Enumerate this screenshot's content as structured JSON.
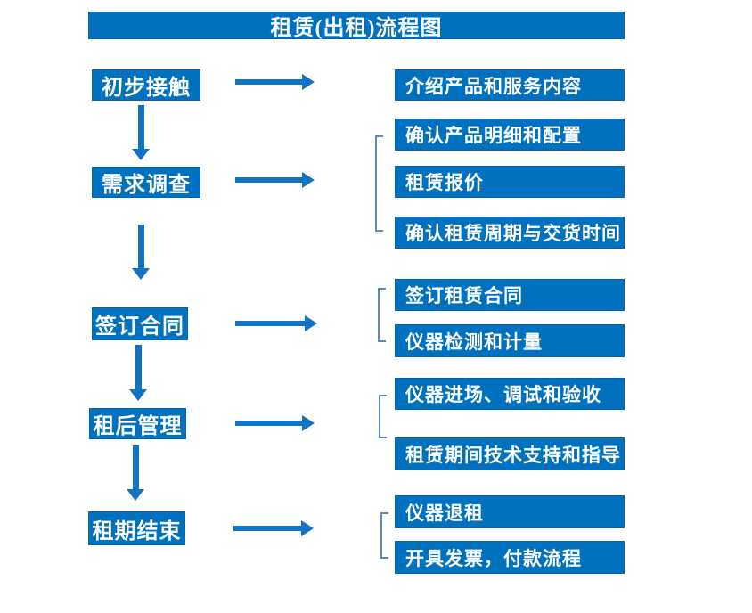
{
  "title": "租赁(出租)流程图",
  "steps": [
    {
      "label": "初步接触",
      "details": [
        "介绍产品和服务内容"
      ]
    },
    {
      "label": "需求调查",
      "details": [
        "确认产品明细和配置",
        "租赁报价",
        "确认租赁周期与交货时间"
      ]
    },
    {
      "label": "签订合同",
      "details": [
        "签订租赁合同",
        "仪器检测和计量"
      ]
    },
    {
      "label": "租后管理",
      "details": [
        "仪器进场、调试和验收",
        "租赁期间技术支持和指导"
      ]
    },
    {
      "label": "租期结束",
      "details": [
        "仪器退租",
        "开具发票，付款流程"
      ]
    }
  ],
  "colors": {
    "box_blue": "#0071be",
    "box_border_blue": "#0a62a4",
    "arrow_blue": "#1273c4",
    "bracket_blue": "#5e87ba",
    "text_white": "#ffffff",
    "background": "#ffffff"
  }
}
